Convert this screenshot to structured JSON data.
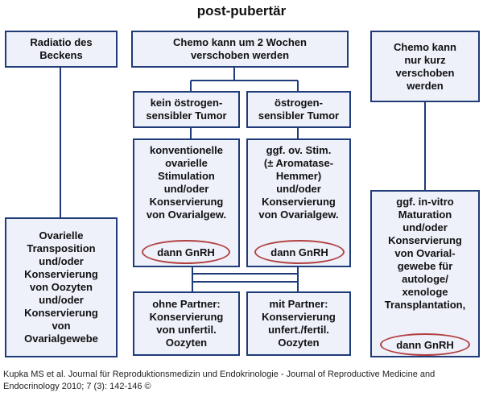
{
  "title": "post-pubertär",
  "boxes": {
    "radiatio": "Radiatio des\nBeckens",
    "chemo_2wochen": "Chemo kann um 2 Wochen\nverschoben werden",
    "chemo_kurz": "Chemo kann\nnur kurz\nverschoben\nwerden",
    "kein_oestrogen": "kein östrogen-\nsensibler Tumor",
    "oestrogen": "östrogen-\nsensibler Tumor",
    "konventionell": "konventionelle\novarielle\nStimulation\nund/oder\nKonservierung\nvon Ovarialgew.",
    "ggf_stim": "ggf. ov. Stim.\n(± Aromatase-\nHemmer)\nund/oder\nKonservierung\nvon Ovarialgew.",
    "ovarielle_transposition": "Ovarielle\nTransposition\nund/oder\nKonservierung\nvon  Oozyten\nund/oder\nKonservierung\nvon\nOvarialgewebe",
    "ohne_partner": "ohne Partner:\nKonservierung\nvon unfertil.\nOozyten",
    "mit_partner": "mit Partner:\nKonservierung\nunfert./fertil.\nOozyten",
    "in_vitro": "ggf. in-vitro\nMaturation\nund/oder\nKonservierung\nvon Ovarial-\ngewebe für\nautologe/\nxenologe\nTransplantation,"
  },
  "ovals": {
    "gnrh_left": "dann GnRH",
    "gnrh_mid": "dann GnRH",
    "gnrh_right": "dann GnRH"
  },
  "caption": "Kupka MS et al. Journal für Reproduktionsmedizin und Endokrinologie - Journal of Reproductive Medicine and Endocrinology 2010; 7 (3): 142-146 ©",
  "colors": {
    "box_fill": "#eef0fa",
    "box_border": "#1f3b78",
    "oval_border": "#b24040"
  }
}
